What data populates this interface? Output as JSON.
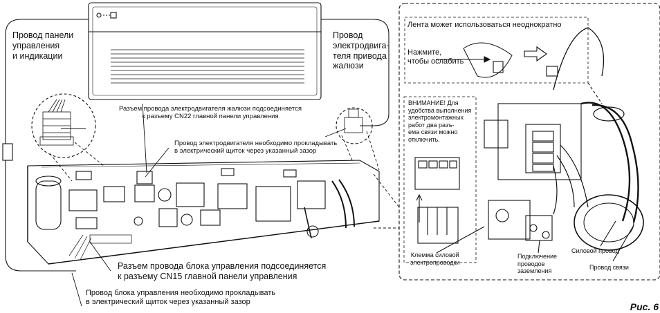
{
  "labels": {
    "panel_wire": [
      "Провод панели",
      "управления",
      "и индикации"
    ],
    "louver_motor_wire": [
      "Провод",
      "электродвига-",
      "теля привода",
      "жалюзи"
    ],
    "cn22_connector": [
      "Разъем провода электродвигателя жалюзи подсоединяется",
      "к разъему CN22 главной панели управления"
    ],
    "motor_wire_route": [
      "Провод электродвигателя необходимо прокладывать",
      "в электрический щиток через указанный зазор"
    ],
    "cn15_connector": [
      "Разъем провода блока управления подсоединяется",
      "к разъему CN15 главной панели управления"
    ],
    "control_wire_route": [
      "Провод блока управления необходимо прокладывать",
      "в электрический щиток через указанный зазор"
    ],
    "tape_reusable": "Лента может использоваться  неоднократно",
    "press_to_loosen": [
      "Нажмите,",
      "чтобы ослабить"
    ],
    "attention": [
      "ВНИМАНИЕ! Для",
      "удобства выполнения",
      "электромонтажных",
      "работ два разъ-",
      "ема связи можно",
      "отключить."
    ],
    "power_terminal": [
      "Клемма силовой",
      "электропроводки"
    ],
    "ground_connection": [
      "Подключение",
      "проводов",
      "заземления"
    ],
    "power_wire": "Силовой провод",
    "comm_wire": "Провод связи",
    "figure_label": "Рис. 6"
  }
}
